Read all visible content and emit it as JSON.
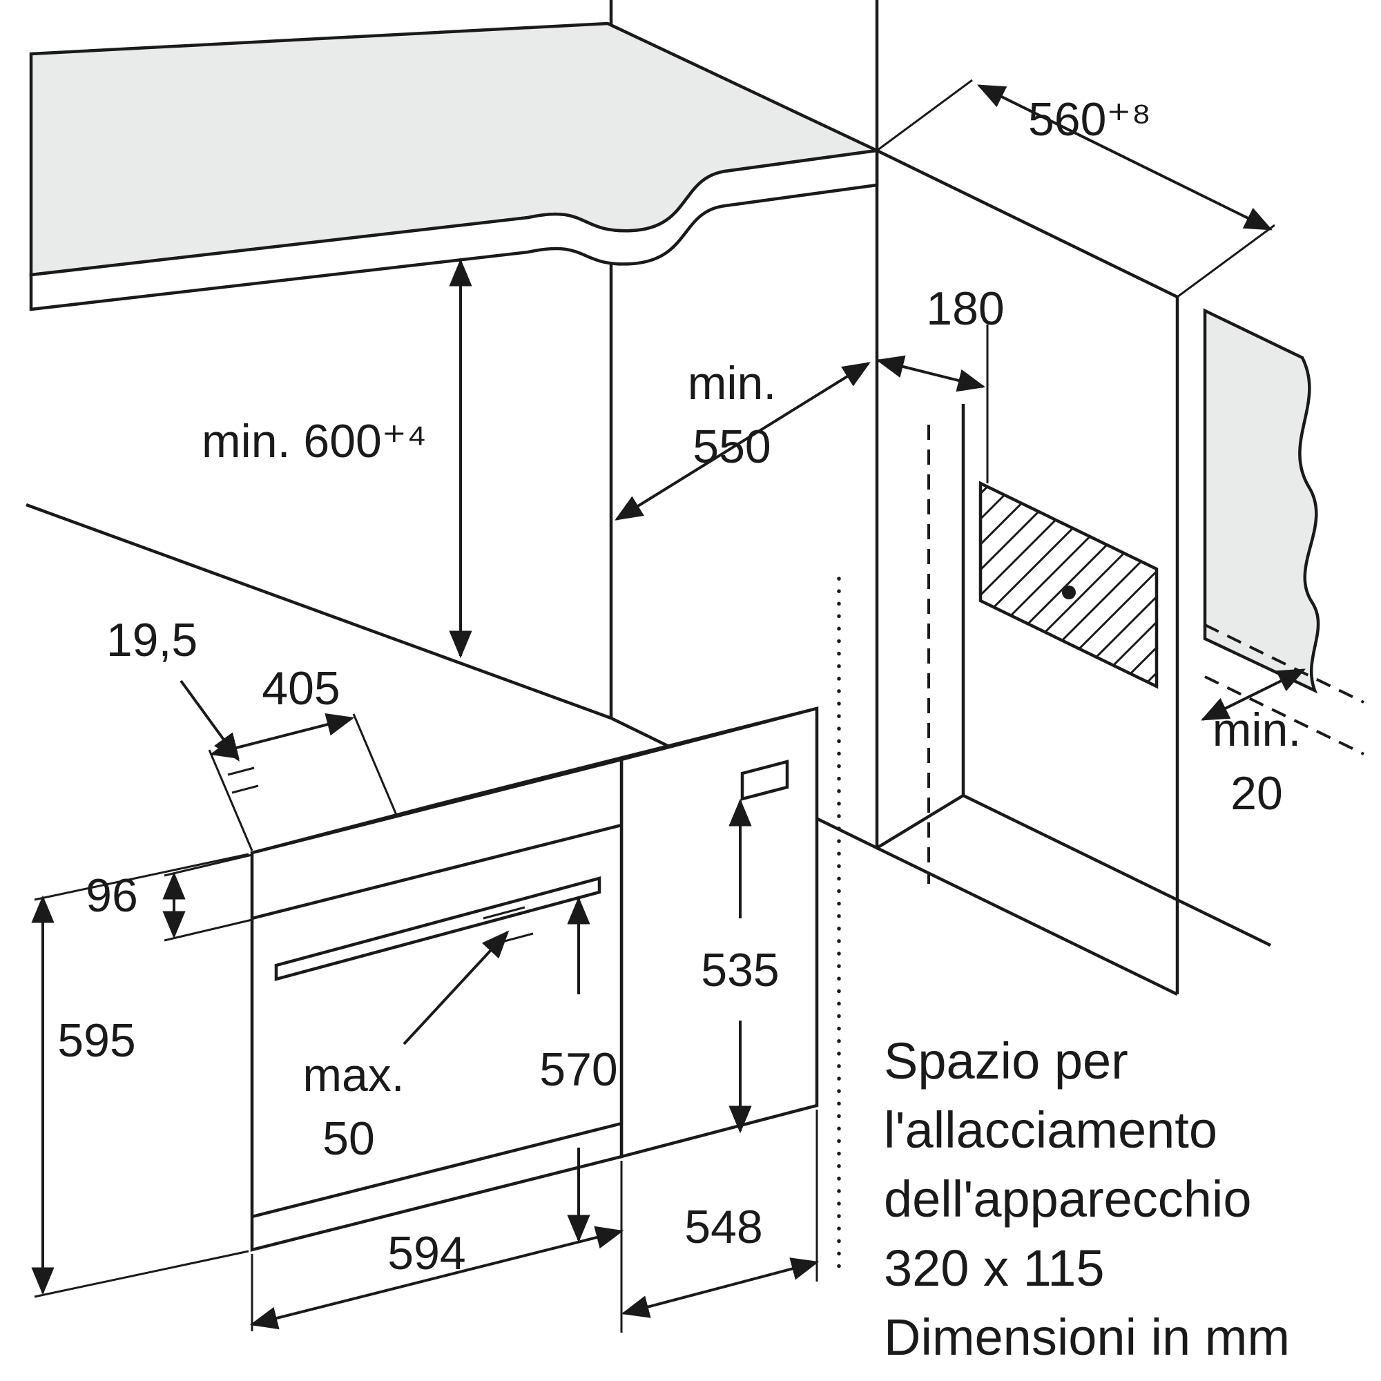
{
  "diagram": {
    "niche": {
      "width": "560⁺⁸",
      "height": "min. 600⁺⁴",
      "depth_label": "min.",
      "depth_value": "550",
      "connection_offset": "180",
      "rear_gap_label": "min.",
      "rear_gap_value": "20"
    },
    "oven": {
      "frame_overhang": "19,5",
      "top_depth": "405",
      "panel_height": "96",
      "height": "595",
      "rear_height": "535",
      "cavity_height": "570",
      "handle_label": "max.",
      "handle_value": "50",
      "width": "594",
      "depth": "548"
    },
    "notes": {
      "line1": "Spazio per",
      "line2": "l'allacciamento",
      "line3": "dell'apparecchio",
      "line4": "320 x 115",
      "line5": "Dimensioni in mm"
    },
    "colors": {
      "line": "#1a1a1a",
      "surface": "#e9ebeb"
    }
  }
}
